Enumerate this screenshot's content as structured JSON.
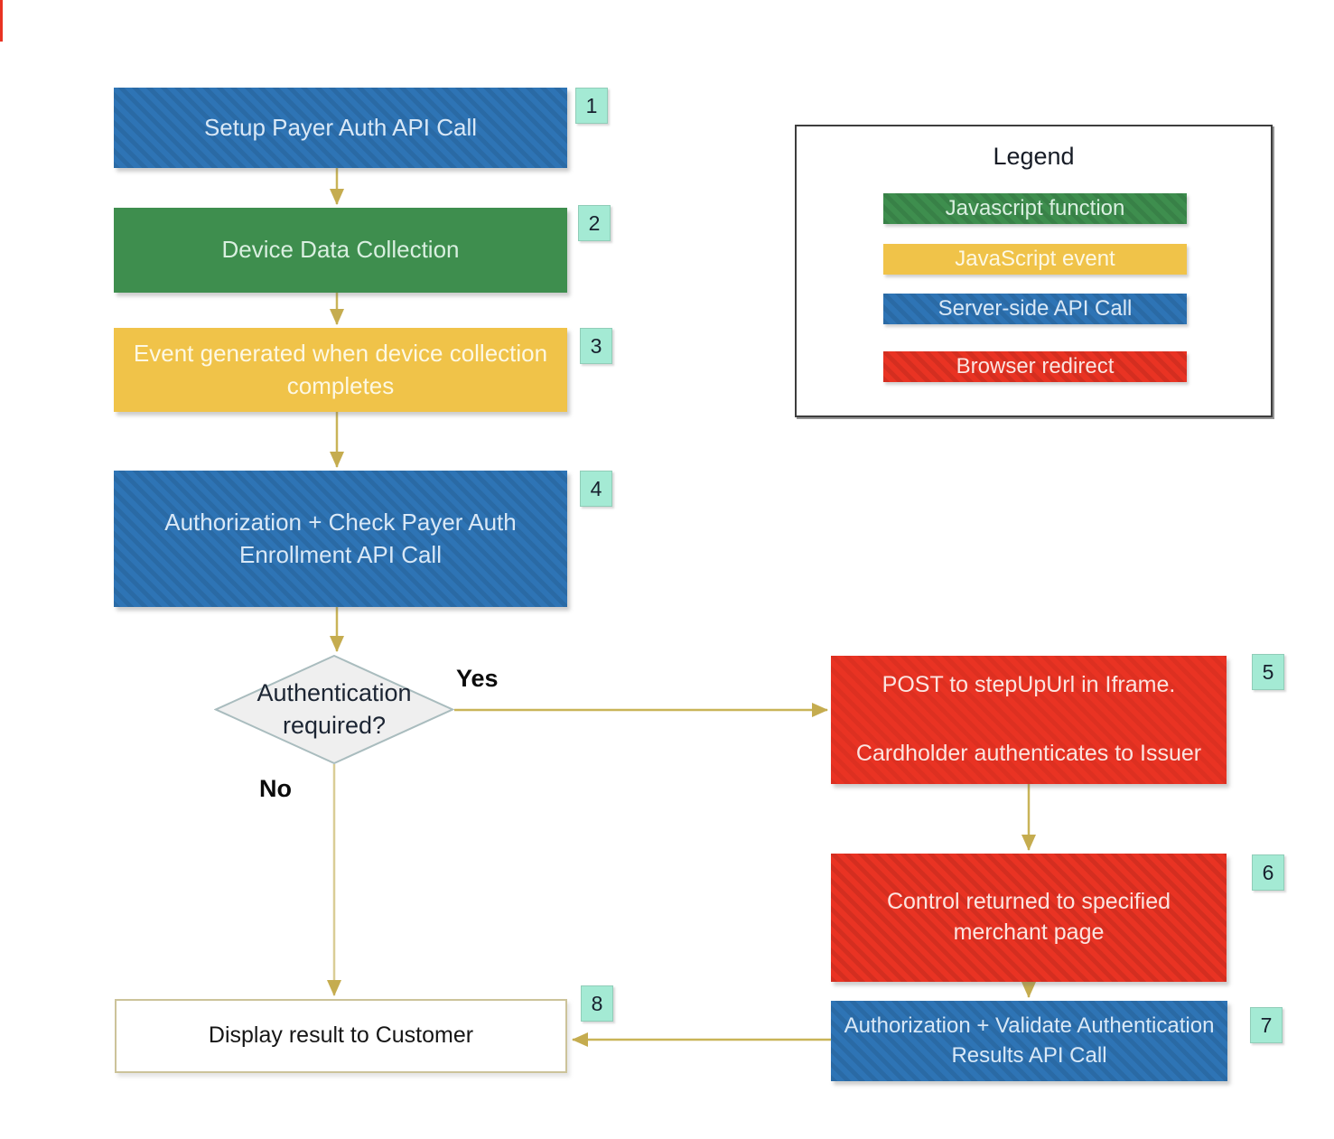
{
  "flow": {
    "box1": {
      "label": "Setup Payer Auth API Call",
      "badge": "1"
    },
    "box2": {
      "label": "Device Data Collection",
      "badge": "2"
    },
    "box3": {
      "label": "Event generated when device collection completes",
      "badge": "3"
    },
    "box4": {
      "label": "Authorization + Check Payer Auth Enrollment API Call",
      "badge": "4"
    },
    "decision": {
      "label": "Authentication required?",
      "yes_label": "Yes",
      "no_label": "No"
    },
    "box5": {
      "line1": "POST to stepUpUrl in Iframe.",
      "line2": "Cardholder authenticates to Issuer",
      "badge": "5"
    },
    "box6": {
      "label": "Control returned to specified merchant page",
      "badge": "6"
    },
    "box7": {
      "label": "Authorization + Validate Authentication Results API Call",
      "badge": "7"
    },
    "box8": {
      "label": "Display result to Customer",
      "badge": "8"
    }
  },
  "legend": {
    "title": "Legend",
    "items": [
      {
        "label": "Javascript function",
        "color": "#3E8E4E"
      },
      {
        "label": "JavaScript event",
        "color": "#F0C349"
      },
      {
        "label": "Server-side API Call",
        "color": "#2E74B5"
      },
      {
        "label": "Browser redirect",
        "color": "#E93323"
      }
    ]
  },
  "colors": {
    "javascript_function": "#3E8E4E",
    "javascript_event": "#F0C349",
    "server_side_api_call": "#2E74B5",
    "browser_redirect": "#E93323",
    "connector_line": "#C9B458",
    "arrowhead": "#C5AC4F",
    "badge_background": "#A4EAD4",
    "decision_fill": "#EFEFEF",
    "decision_border": "#A9BCBE",
    "result_box_border": "#CCC39A"
  }
}
